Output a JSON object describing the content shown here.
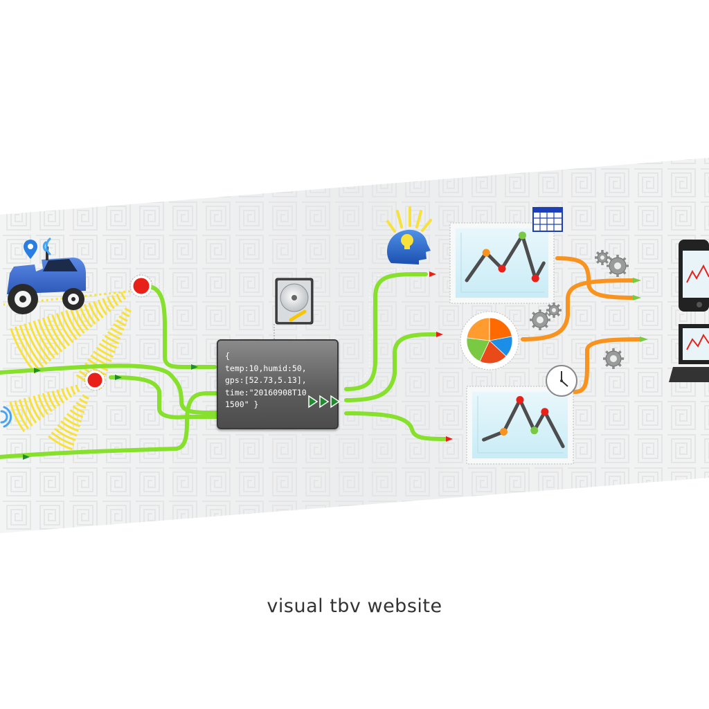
{
  "caption": "visual tbv website",
  "code": {
    "lines": [
      "{",
      "temp:10,humid:50,",
      "gps:[52.73,5.13],",
      "time:\"20160908T10",
      "1500\" }"
    ]
  },
  "chart_top": {
    "points": [
      [
        0.12,
        0.75
      ],
      [
        0.33,
        0.35
      ],
      [
        0.5,
        0.58
      ],
      [
        0.72,
        0.1
      ],
      [
        0.86,
        0.72
      ],
      [
        0.95,
        0.5
      ]
    ]
  },
  "chart_bottom": {
    "points": [
      [
        0.12,
        0.72
      ],
      [
        0.33,
        0.6
      ],
      [
        0.5,
        0.12
      ],
      [
        0.65,
        0.58
      ],
      [
        0.76,
        0.3
      ],
      [
        0.95,
        0.82
      ]
    ]
  },
  "pie": {
    "slices": [
      0.22,
      0.15,
      0.2,
      0.2,
      0.23
    ],
    "colors": [
      "#ff6a00",
      "#1b8fe8",
      "#e84a1a",
      "#7ac943",
      "#ff9b2f"
    ]
  },
  "colors": {
    "green": "#86e02c",
    "orange": "#f7931e",
    "yellow": "#f7e13a",
    "red": "#e8201a",
    "tractor": "#3d6fd1"
  },
  "icons": [
    "tractor-icon",
    "location-pin-icon",
    "wifi-icon",
    "sensor-icon",
    "hard-disk-icon",
    "lightbulb-head-icon",
    "calendar-icon",
    "gear-icon",
    "clock-icon",
    "phone-icon",
    "laptop-icon"
  ]
}
